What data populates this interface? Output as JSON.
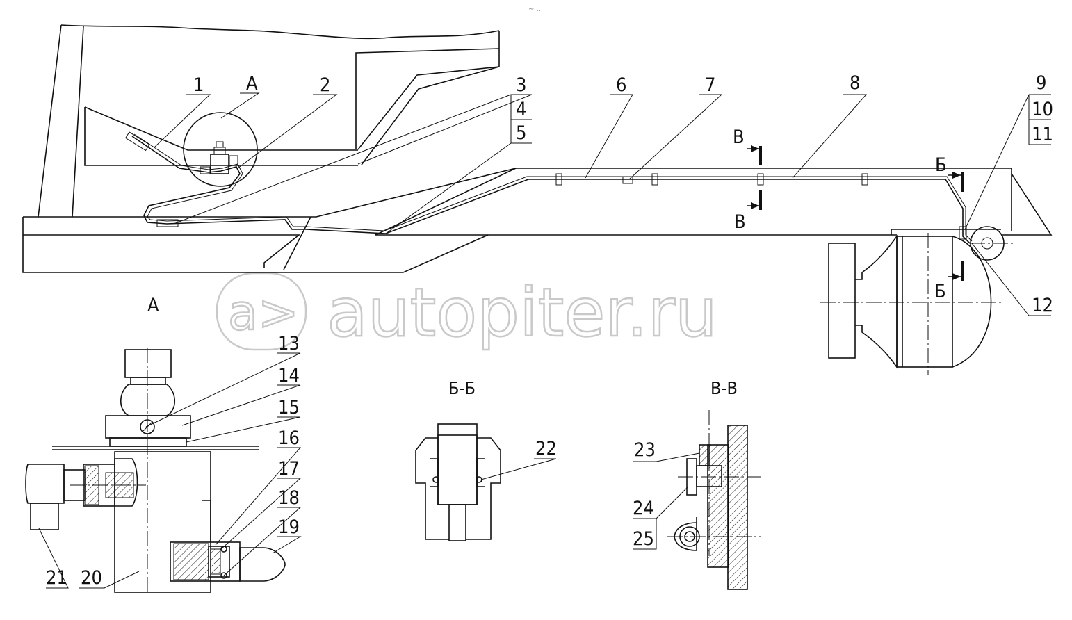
{
  "watermark": {
    "text": "autopiter.ru",
    "prefix": "a>"
  },
  "header_mark": "~ ...",
  "callouts": {
    "c1": "1",
    "cA": "А",
    "c2": "2",
    "c3": "3",
    "c4": "4",
    "c5": "5",
    "c6": "6",
    "c7": "7",
    "c8": "8",
    "c9": "9",
    "c10": "10",
    "c11": "11",
    "c12": "12",
    "c13": "13",
    "c14": "14",
    "c15": "15",
    "c16": "16",
    "c17": "17",
    "c18": "18",
    "c19": "19",
    "c20": "20",
    "c21": "21",
    "c22": "22",
    "c23": "23",
    "c24": "24",
    "c25": "25"
  },
  "section_marks": {
    "v_top": "В",
    "v_bottom": "В",
    "b_top": "Б",
    "b_bottom": "Б"
  },
  "view_titles": {
    "view_a": "А",
    "section_bb": "Б-Б",
    "section_vv": "В-В"
  }
}
